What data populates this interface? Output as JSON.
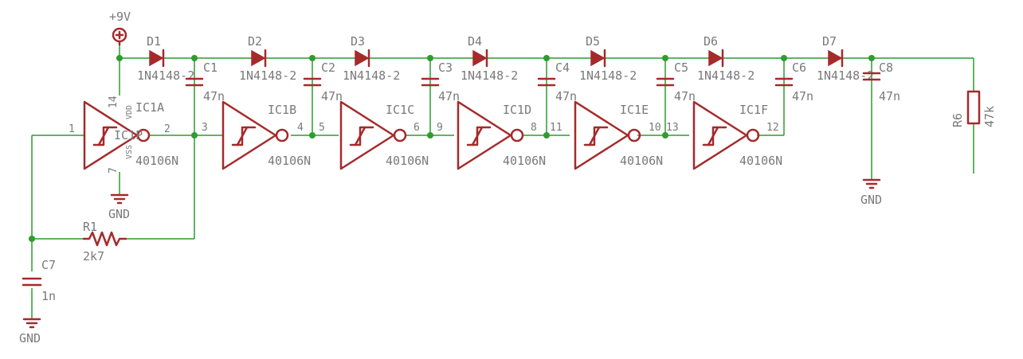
{
  "supply": {
    "label": "+9V"
  },
  "gates": [
    {
      "name": "IC1A",
      "part": "40106N",
      "pin_in": "1",
      "pin_out": "2"
    },
    {
      "name": "IC1B",
      "part": "40106N",
      "pin_in": "3",
      "pin_out": "4"
    },
    {
      "name": "IC1C",
      "part": "40106N",
      "pin_in": "5",
      "pin_out": "6"
    },
    {
      "name": "IC1D",
      "part": "40106N",
      "pin_in": "9",
      "pin_out": "8"
    },
    {
      "name": "IC1E",
      "part": "40106N",
      "pin_in": "11",
      "pin_out": "10"
    },
    {
      "name": "IC1F",
      "part": "40106N",
      "pin_in": "13",
      "pin_out": "12"
    }
  ],
  "power_unit": {
    "name": "IC1P",
    "vdd": "VDD",
    "vss": "VSS",
    "pin_vdd": "14",
    "pin_vss": "7"
  },
  "diodes": [
    {
      "name": "D1",
      "value": "1N4148-2"
    },
    {
      "name": "D2",
      "value": "1N4148-2"
    },
    {
      "name": "D3",
      "value": "1N4148-2"
    },
    {
      "name": "D4",
      "value": "1N4148-2"
    },
    {
      "name": "D5",
      "value": "1N4148-2"
    },
    {
      "name": "D6",
      "value": "1N4148-2"
    },
    {
      "name": "D7",
      "value": "1N4148-2"
    }
  ],
  "capacitors": [
    {
      "name": "C1",
      "value": "47n"
    },
    {
      "name": "C2",
      "value": "47n"
    },
    {
      "name": "C3",
      "value": "47n"
    },
    {
      "name": "C4",
      "value": "47n"
    },
    {
      "name": "C5",
      "value": "47n"
    },
    {
      "name": "C6",
      "value": "47n"
    },
    {
      "name": "C8",
      "value": "47n"
    }
  ],
  "c7": {
    "name": "C7",
    "value": "1n"
  },
  "r1": {
    "name": "R1",
    "value": "2k7"
  },
  "r6": {
    "name": "R6",
    "value": "47k"
  },
  "gnd": {
    "label": "GND"
  }
}
